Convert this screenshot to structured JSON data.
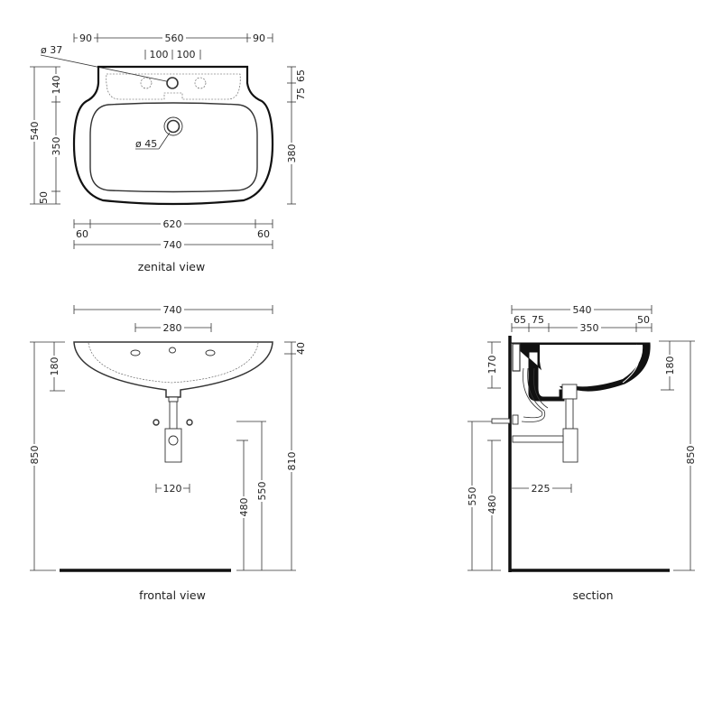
{
  "zenital": {
    "caption": "zenital view",
    "top": [
      "90",
      "560",
      "90"
    ],
    "hole_label": "ø 37",
    "hole_spacing": [
      "100",
      "100"
    ],
    "left": {
      "total": "540",
      "parts": [
        "140",
        "350",
        "50"
      ]
    },
    "right": {
      "parts": [
        "65",
        "75",
        "380"
      ]
    },
    "drain_label": "ø 45",
    "bottom_inner": {
      "side_left": "60",
      "middle": "620",
      "side_right": "60"
    },
    "bottom_total": "740"
  },
  "frontal": {
    "caption": "frontal view",
    "width": "740",
    "tap_spacing": "280",
    "depth": "180",
    "height_total": "850",
    "rim": "40",
    "rim_height": "810",
    "supply_height": "550",
    "waste_height": "480",
    "supply_spacing": "120"
  },
  "section": {
    "caption": "section",
    "depth_total": "540",
    "depth_parts": [
      "65",
      "75",
      "350",
      "50"
    ],
    "back_height": "170",
    "bowl_depth": "180",
    "height_total": "850",
    "supply_height": "550",
    "waste_height": "480",
    "trap_offset": "225"
  }
}
